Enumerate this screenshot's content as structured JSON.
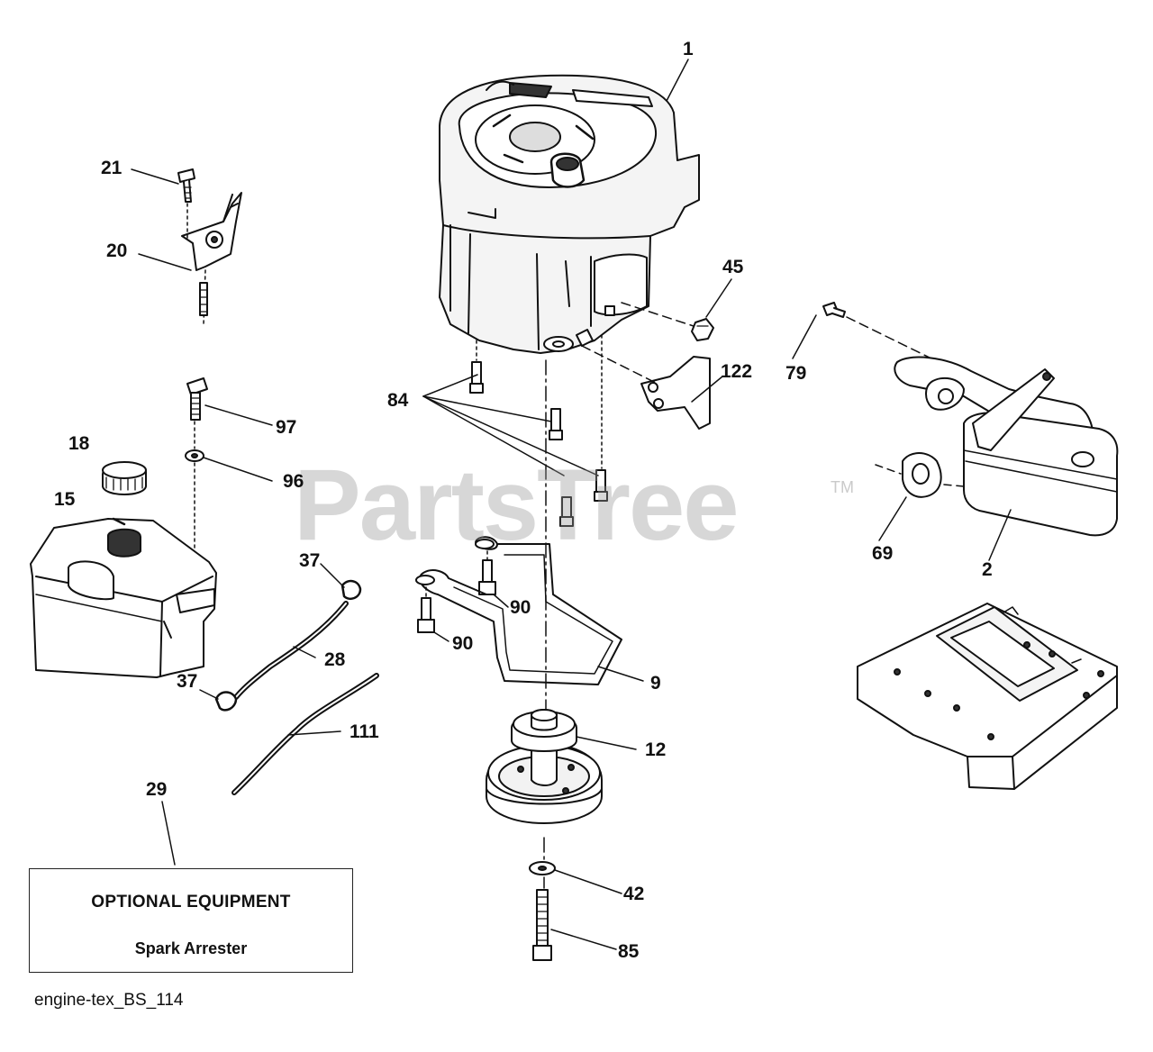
{
  "watermark": {
    "text": "PartsTree",
    "trademark": "TM"
  },
  "callouts": {
    "c1": "1",
    "c21": "21",
    "c20": "20",
    "c45": "45",
    "c79": "79",
    "c122": "122",
    "c84": "84",
    "c97": "97",
    "c18": "18",
    "c96": "96",
    "c15": "15",
    "c37a": "37",
    "c37b": "37",
    "c28": "28",
    "c111": "111",
    "c90a": "90",
    "c90b": "90",
    "c9": "9",
    "c12": "12",
    "c69": "69",
    "c2": "2",
    "c29": "29",
    "c42": "42",
    "c85": "85"
  },
  "optional_box": {
    "title": "OPTIONAL EQUIPMENT",
    "item": "Spark Arrester"
  },
  "caption": "engine-tex_BS_114"
}
